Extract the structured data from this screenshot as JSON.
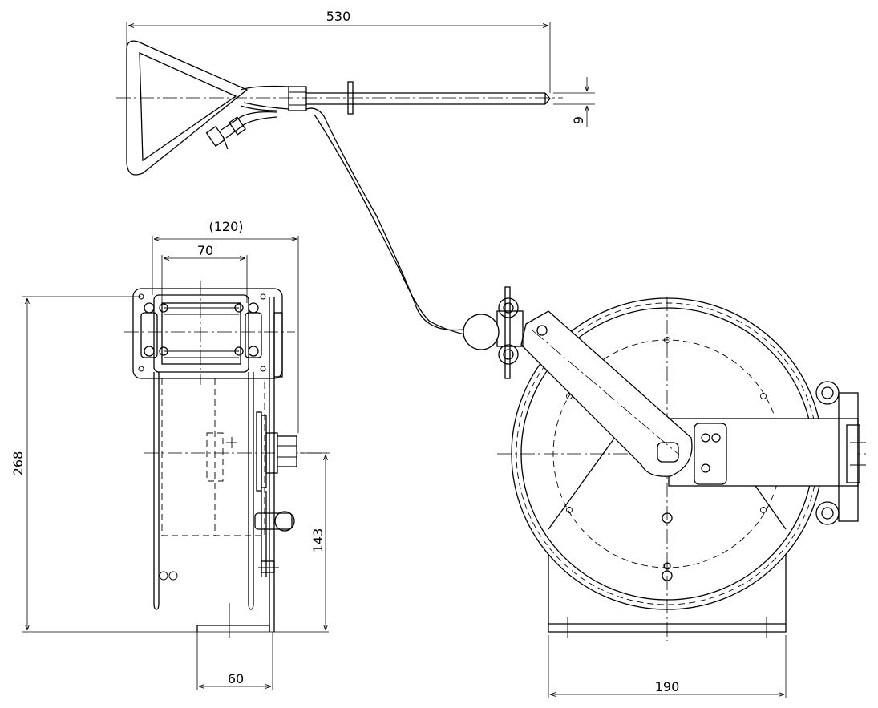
{
  "dimensions": {
    "handle_length": "530",
    "handle_offset": "9",
    "frame_width": "(120)",
    "mount_width": "70",
    "total_height": "268",
    "axle_height": "143",
    "base_width": "60",
    "drum_base_width": "190"
  }
}
